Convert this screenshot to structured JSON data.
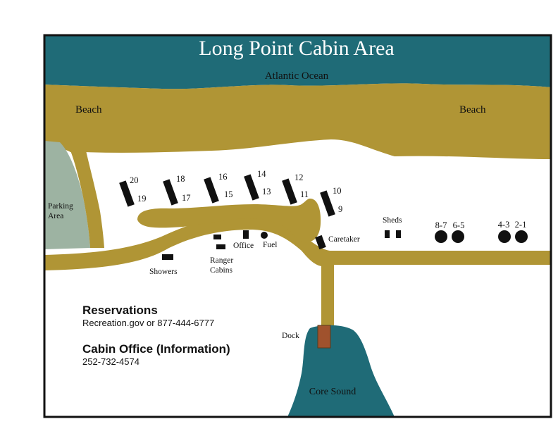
{
  "title": "Long Point Cabin Area",
  "ocean_label": "Atlantic Ocean",
  "beach_left": "Beach",
  "beach_right": "Beach",
  "parking_line1": "Parking",
  "parking_line2": "Area",
  "cabins": [
    {
      "top": "20",
      "bottom": "19"
    },
    {
      "top": "18",
      "bottom": "17"
    },
    {
      "top": "16",
      "bottom": "15"
    },
    {
      "top": "14",
      "bottom": "13"
    },
    {
      "top": "12",
      "bottom": "11"
    },
    {
      "top": "10",
      "bottom": "9"
    }
  ],
  "round_cabins": [
    "8-7",
    "6-5",
    "4-3",
    "2-1"
  ],
  "labels": {
    "showers": "Showers",
    "ranger_line1": "Ranger",
    "ranger_line2": "Cabins",
    "office": "Office",
    "fuel": "Fuel",
    "caretaker": "Caretaker",
    "sheds": "Sheds",
    "dock": "Dock",
    "sound": "Core Sound"
  },
  "reservations": {
    "heading": "Reservations",
    "text": "Recreation.gov or 877-444-6777"
  },
  "cabin_office": {
    "heading": "Cabin Office (Information)",
    "phone": "252-732-4574"
  },
  "colors": {
    "ocean": "#1f6b77",
    "sand": "#b09535",
    "parking": "#9db3a2",
    "dock": "#a0522d",
    "building": "#111111"
  }
}
